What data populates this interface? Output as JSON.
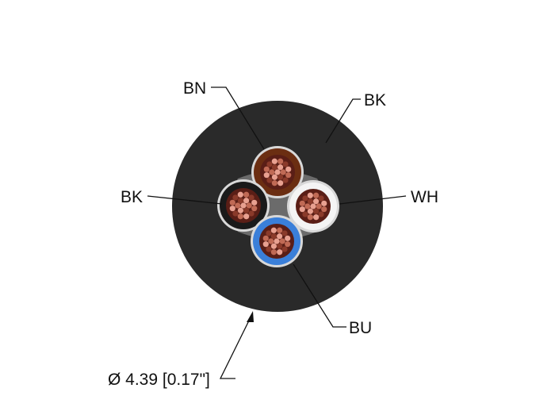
{
  "labels": {
    "bn": "BN",
    "bk_top": "BK",
    "bk_left": "BK",
    "wh": "WH",
    "bu": "BU",
    "diameter": "Ø 4.39 [0.17\"]"
  },
  "colors": {
    "jacket": "#2a2a2a",
    "filler": "#6b6b6b",
    "brown": "#6b2e12",
    "black": "#1a1a1a",
    "white": "#f4f4f4",
    "blue": "#3a7fd9",
    "strand_light": "#e8a090",
    "strand_mid": "#c06a55",
    "strand_dark": "#8a3a2a"
  },
  "conductors": [
    {
      "name": "BN",
      "color_key": "brown"
    },
    {
      "name": "BK",
      "color_key": "black"
    },
    {
      "name": "WH",
      "color_key": "white"
    },
    {
      "name": "BU",
      "color_key": "blue"
    }
  ]
}
